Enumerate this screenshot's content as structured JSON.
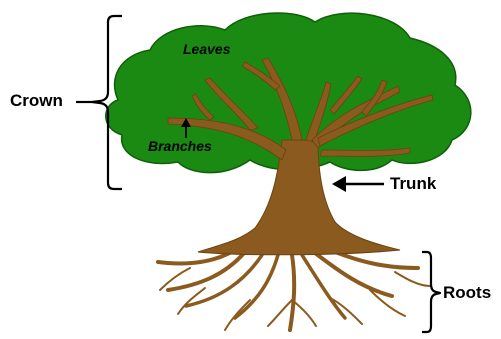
{
  "labels": {
    "crown": "Crown",
    "leaves": "Leaves",
    "branches": "Branches",
    "trunk": "Trunk",
    "roots": "Roots"
  },
  "colors": {
    "foliage": "#1a8a12",
    "foliage_outline": "#0f5f0a",
    "wood": "#8a5a1e",
    "wood_outline": "#6b4310",
    "annotation": "#000000"
  }
}
